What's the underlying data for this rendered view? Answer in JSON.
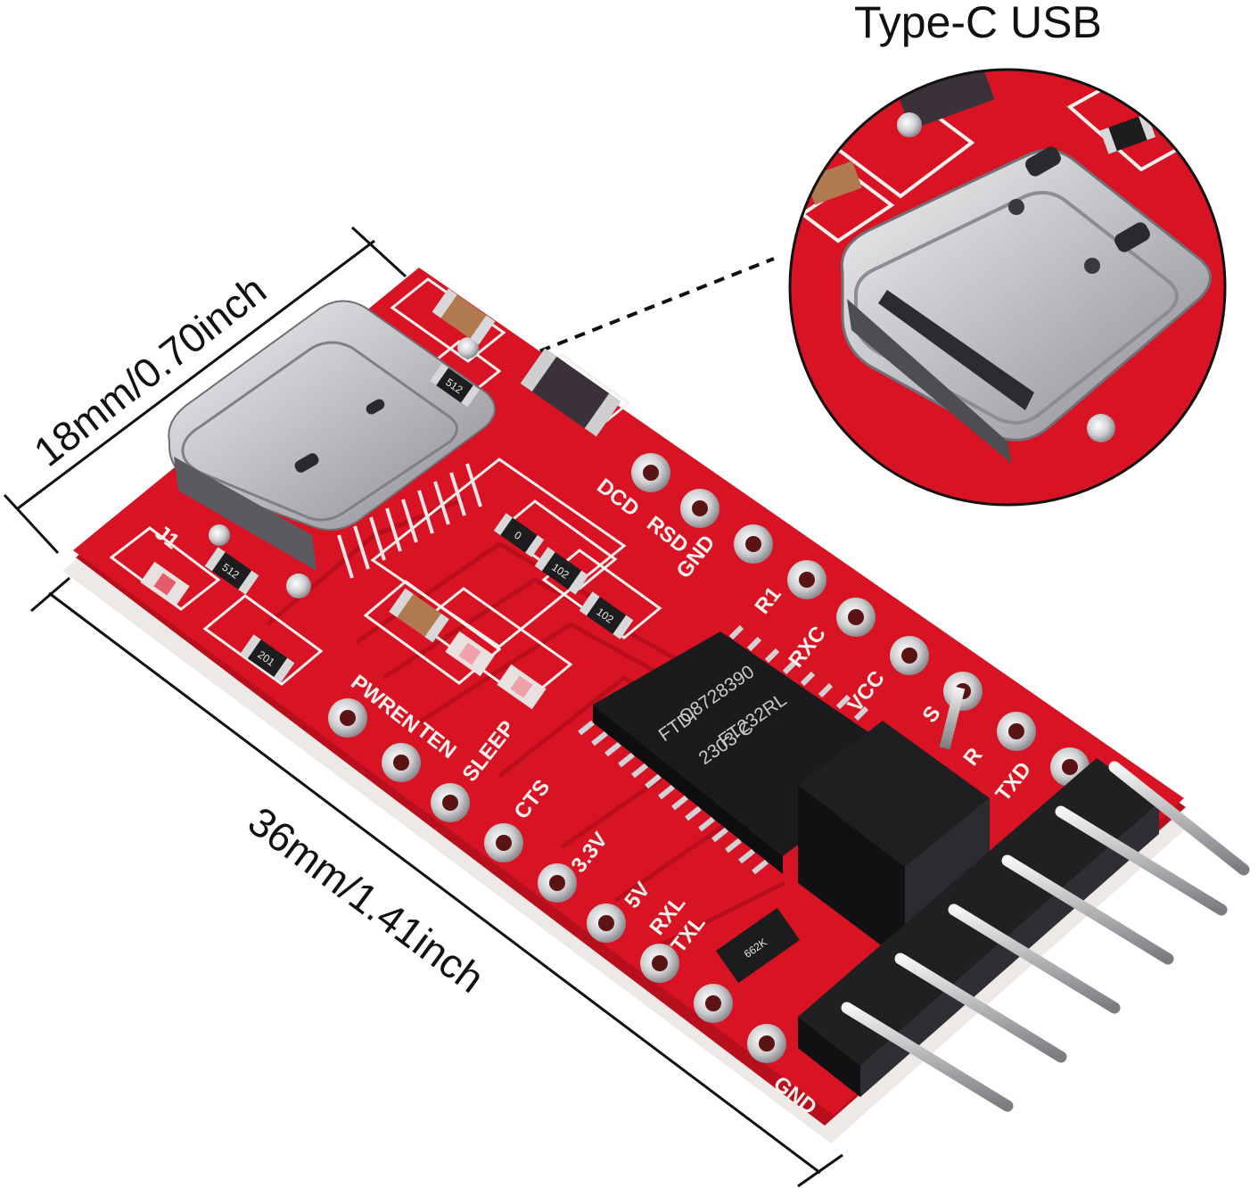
{
  "callout": {
    "title": "Type-C USB"
  },
  "dimensions": {
    "width_label": "18mm/0.70inch",
    "length_label": "36mm/1.41inch"
  },
  "board": {
    "top_pins": [
      "DCD",
      "RSD",
      "GND",
      "R1",
      "RXC",
      "VCC",
      "S",
      "R",
      "TXD"
    ],
    "bottom_pins": [
      "PWREN",
      "TEN",
      "SLEEP",
      "CTS",
      "3.3V",
      "5V",
      "RXL",
      "TXL",
      "GND"
    ],
    "jumper_label": "J1",
    "chip_lines": [
      "FTDI",
      "2303-C",
      "C8728390",
      "FT232RL"
    ],
    "resistor_labels": [
      "512",
      "512",
      "201",
      "102",
      "102",
      "0"
    ],
    "regulator_label": "662K"
  },
  "colors": {
    "pcb": "#d81424",
    "pcb_dark": "#a80c18",
    "silkscreen": "#f4f0ee",
    "header": "#1a1a1a",
    "metal": "#c8c8cc"
  }
}
